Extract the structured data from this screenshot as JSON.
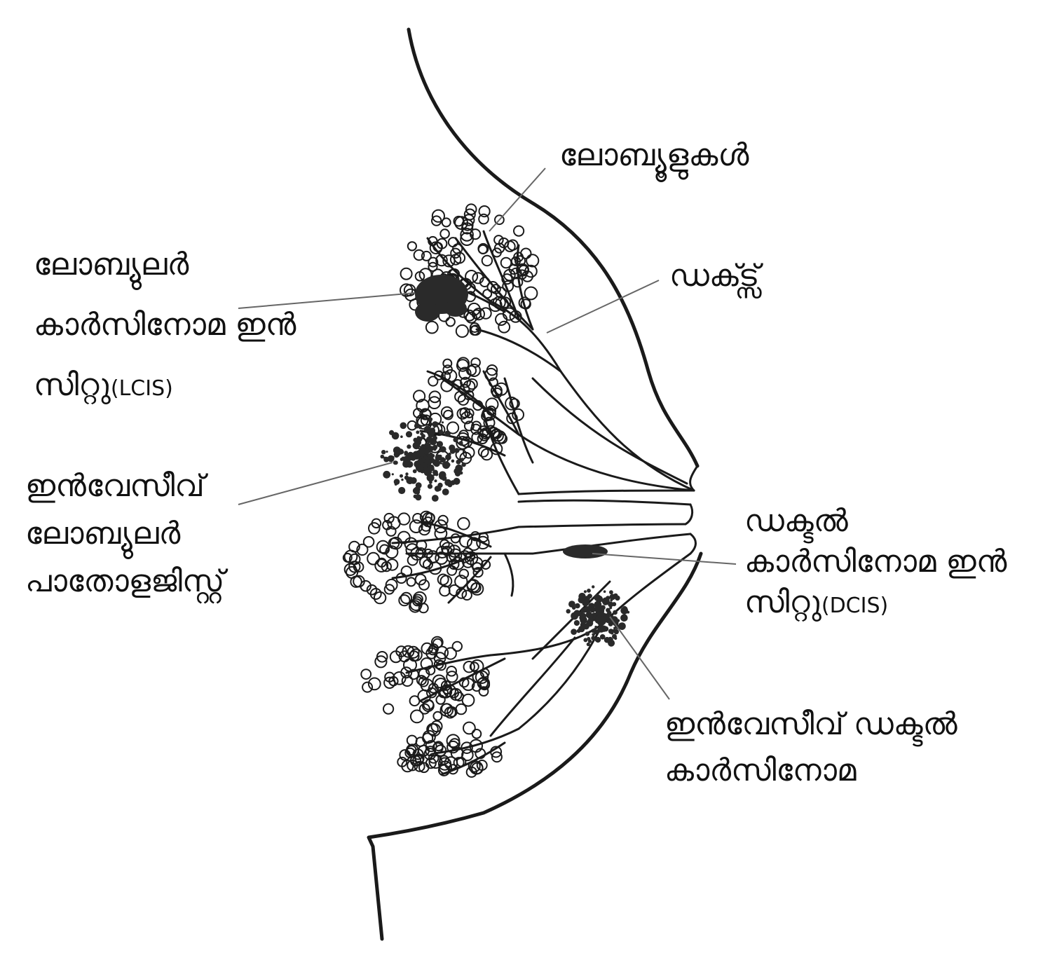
{
  "labels": {
    "lobules": "ലോബ്യൂളുകൾ",
    "ducts": "ഡക്ട്സ്",
    "lcis": {
      "line1": "ലോബ്യുലർ",
      "line2": "കാർസിനോമ ഇൻ",
      "line3_main": "സിറ്റു",
      "line3_abbr": "(LCIS)"
    },
    "invasive_lobular": {
      "line1": "ഇൻവേസീവ്",
      "line2": "ലോബ്യുലർ",
      "line3": "പാതോളജിസ്റ്റ്"
    },
    "dcis": {
      "line1": "ഡക്ടൽ",
      "line2": "കാർസിനോമ ഇൻ",
      "line3_main": "സിറ്റു",
      "line3_abbr": "(DCIS)"
    },
    "idc": {
      "line1": "ഇൻവേസീവ് ഡക്ടൽ",
      "line2": "കാർസിനോമ"
    }
  },
  "colors": {
    "ink": "#1a1a1a",
    "leader": "#666666",
    "tumor": "#2a2a2a"
  }
}
